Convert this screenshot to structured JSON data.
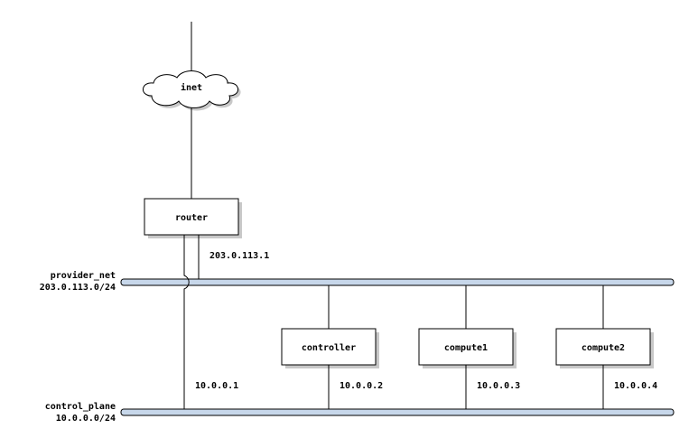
{
  "cloud": {
    "label": "inet"
  },
  "router": {
    "label": "router"
  },
  "networks": [
    {
      "name": "provider_net",
      "cidr": "203.0.113.0/24",
      "color": "#c7d7ea"
    },
    {
      "name": "control_plane",
      "cidr": "10.0.0.0/24",
      "color": "#c7d7ea"
    }
  ],
  "nodes": [
    {
      "label": "controller"
    },
    {
      "label": "compute1"
    },
    {
      "label": "compute2"
    }
  ],
  "addresses": {
    "router_provider": "203.0.113.1",
    "router_control": "10.0.0.1",
    "controller": "10.0.0.2",
    "compute1": "10.0.0.3",
    "compute2": "10.0.0.4"
  }
}
